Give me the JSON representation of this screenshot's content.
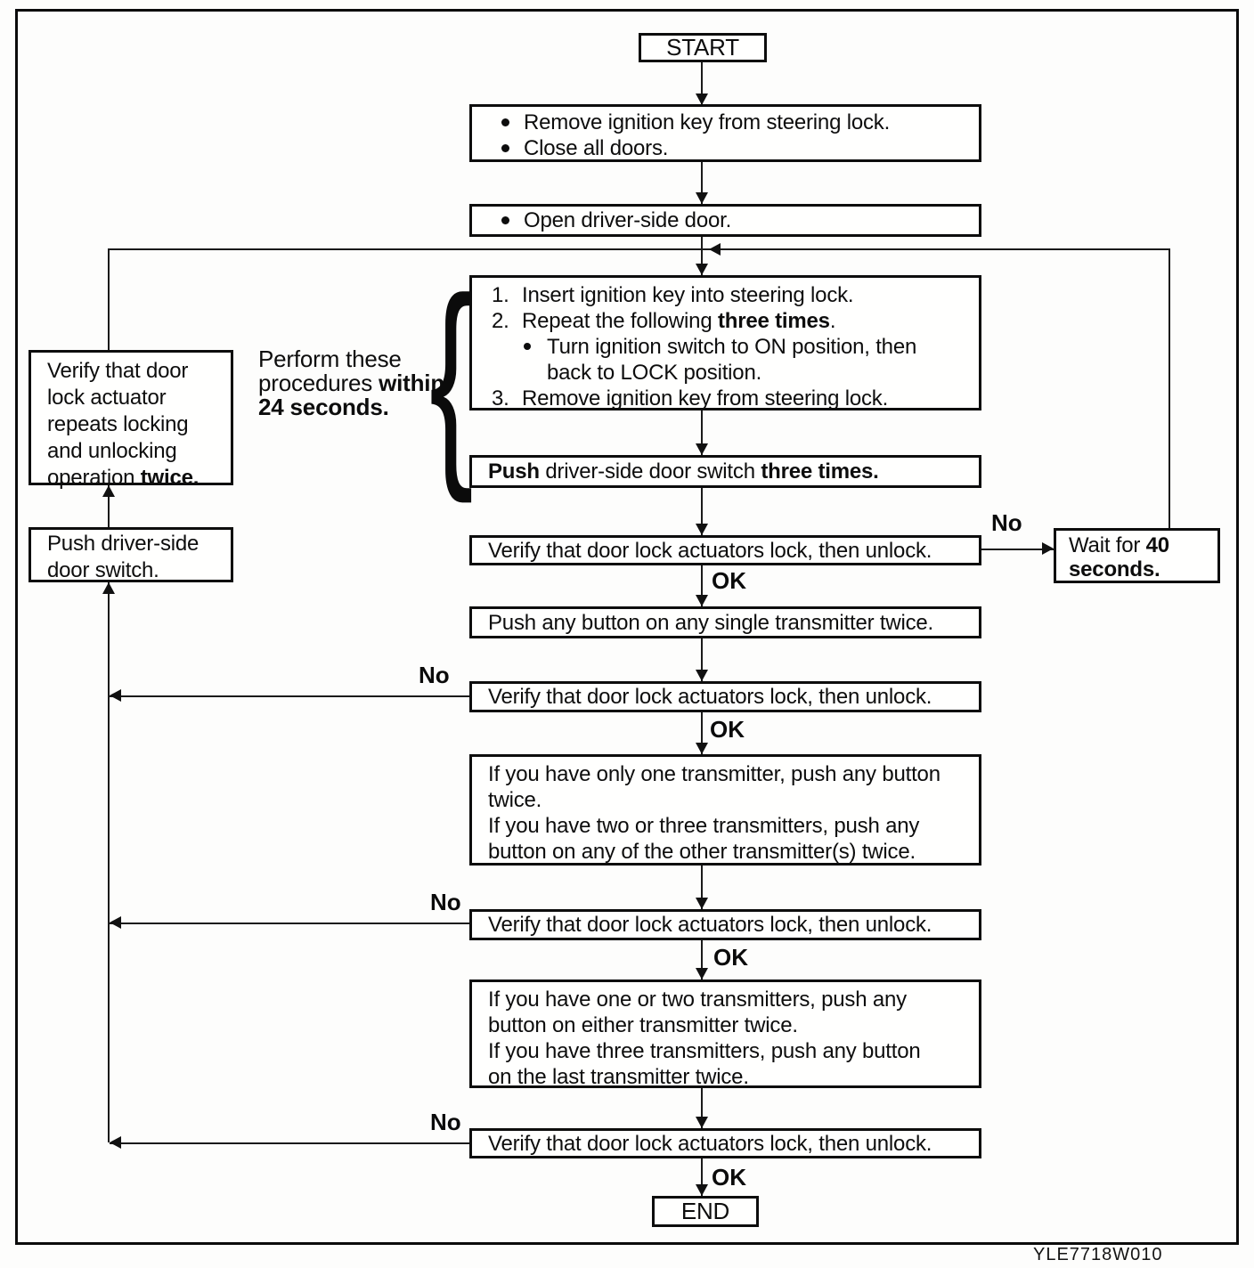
{
  "figure": {
    "code": "YLE7718W010"
  },
  "labels": {
    "ok": "OK",
    "no": "No",
    "brace": "{"
  },
  "flow": {
    "start": "START",
    "prep": {
      "item1": "Remove ignition key from steering lock.",
      "item2": "Close all doors."
    },
    "open_door": {
      "item1": "Open driver-side door."
    },
    "procedure": {
      "n1": "1.",
      "s1": "Insert ignition key into steering lock.",
      "n2": "2.",
      "s2_pre": "Repeat the following ",
      "s2_bold": "three times",
      "s2_post": ".",
      "s2a_line1": "Turn ignition switch to ON position, then",
      "s2a_line2": "back to LOCK position.",
      "n3": "3.",
      "s3": "Remove ignition key from steering lock."
    },
    "push_door_3": {
      "bold1": "Push",
      "mid": " driver-side door switch ",
      "bold2": "three times."
    },
    "verify_lock_unlock": "Verify that door lock actuators lock, then unlock.",
    "wait_40": {
      "pre": "Wait for ",
      "num": "40",
      "line2": "seconds."
    },
    "push_any_single": "Push any button on any single transmitter twice.",
    "one_transmitter": {
      "l1": "If you have only one transmitter, push any button",
      "l2": "twice.",
      "l3": "If you have two or three transmitters, push any",
      "l4": "button on any of the other transmitter(s) twice."
    },
    "last_transmitter": {
      "l1": "If you have one or two transmitters, push any",
      "l2": "button on either transmitter twice.",
      "l3": "If you have three transmitters, push any button",
      "l4": "on the last transmitter twice."
    },
    "end": "END"
  },
  "side": {
    "verify_actuator": {
      "l1": "Verify that door",
      "l2": "lock actuator",
      "l3": "repeats locking",
      "l4": "and unlocking",
      "l5_pre": "operation ",
      "l5_bold": "twice."
    },
    "push_switch": {
      "l1": "Push driver-side",
      "l2": "door switch."
    },
    "note": {
      "l1": "Perform these",
      "l2_pre": "procedures ",
      "l2_bold": "within",
      "l3": "24 seconds."
    }
  }
}
